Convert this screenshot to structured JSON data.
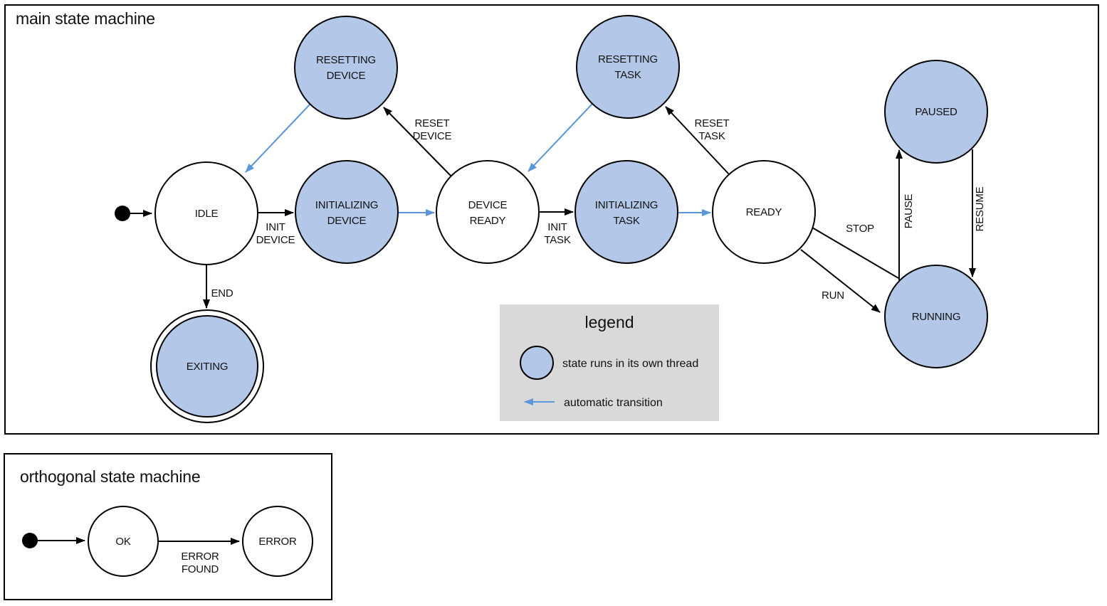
{
  "colors": {
    "state_thread_fill": "#b3c8e8",
    "auto_transition_blue": "#5b97d8",
    "legend_bg": "#d9d9d9",
    "outline": "#000000"
  },
  "main_machine": {
    "title": "main state machine",
    "states": {
      "idle": {
        "label": "IDLE"
      },
      "resetting_device": {
        "line1": "RESETTING",
        "line2": "DEVICE"
      },
      "initializing_device": {
        "line1": "INITIALIZING",
        "line2": "DEVICE"
      },
      "device_ready": {
        "line1": "DEVICE",
        "line2": "READY"
      },
      "resetting_task": {
        "line1": "RESETTING",
        "line2": "TASK"
      },
      "initializing_task": {
        "line1": "INITIALIZING",
        "line2": "TASK"
      },
      "ready": {
        "label": "READY"
      },
      "paused": {
        "label": "PAUSED"
      },
      "running": {
        "label": "RUNNING"
      },
      "exiting": {
        "label": "EXITING"
      }
    },
    "transitions": {
      "init_device": {
        "line1": "INIT",
        "line2": "DEVICE"
      },
      "reset_device": {
        "line1": "RESET",
        "line2": "DEVICE"
      },
      "init_task": {
        "line1": "INIT",
        "line2": "TASK"
      },
      "reset_task": {
        "line1": "RESET",
        "line2": "TASK"
      },
      "end": {
        "label": "END"
      },
      "stop": {
        "label": "STOP"
      },
      "run": {
        "label": "RUN"
      },
      "pause": {
        "label": "PAUSE"
      },
      "resume": {
        "label": "RESUME"
      }
    }
  },
  "legend": {
    "title": "legend",
    "threaded_state_label": "state runs in its own thread",
    "auto_transition_label": "automatic transition"
  },
  "orthogonal_machine": {
    "title": "orthogonal state machine",
    "states": {
      "ok": {
        "label": "OK"
      },
      "error": {
        "label": "ERROR"
      }
    },
    "transitions": {
      "error_found": {
        "line1": "ERROR",
        "line2": "FOUND"
      }
    }
  }
}
